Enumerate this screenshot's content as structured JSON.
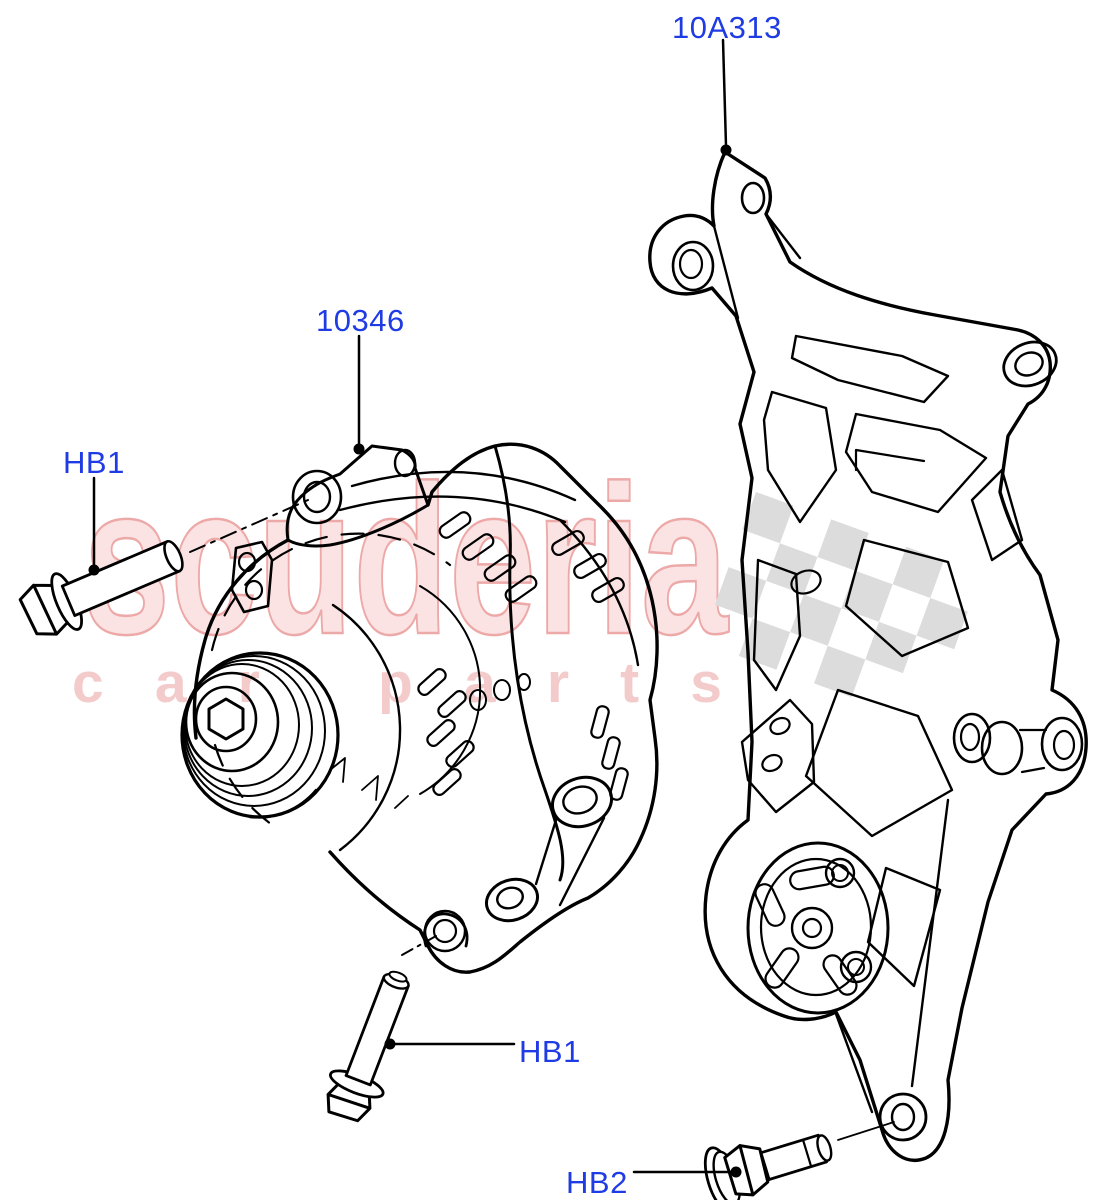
{
  "diagram": {
    "background": "#ffffff",
    "line_color": "#000000",
    "label_color": "#1f3be3",
    "labels": [
      {
        "id": "part-10A313",
        "text": "10A313"
      },
      {
        "id": "part-10346",
        "text": "10346"
      },
      {
        "id": "hb1-upper",
        "text": "HB1"
      },
      {
        "id": "hb1-lower",
        "text": "HB1"
      },
      {
        "id": "hb2",
        "text": "HB2"
      }
    ],
    "watermark": {
      "title": "scuderia",
      "subtitle": "car parts",
      "title_fill": "#fbe3e3",
      "title_outline": "#eda8a8",
      "subtitle_fill": "#f3cbcb",
      "checker_color": "#dcdcdc"
    }
  }
}
